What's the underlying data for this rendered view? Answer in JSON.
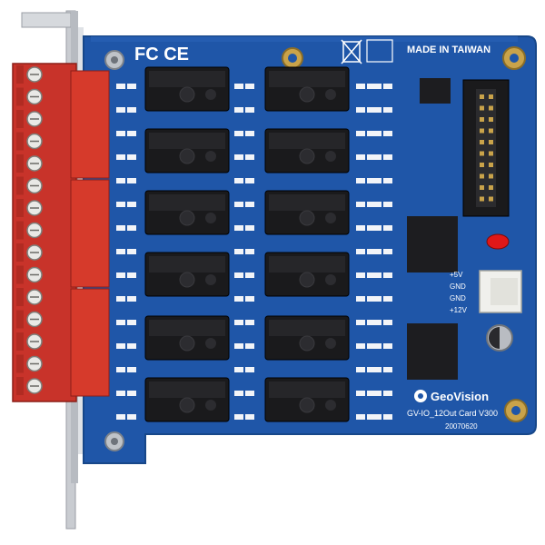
{
  "photo": {
    "subject": "I/O relay expansion card",
    "palette": {
      "pcb": "#1f56a8",
      "pcb_dark": "#174789",
      "bracket": "#c9ccd1",
      "terminal_red": "#d63a2b",
      "relay_black": "#1a1a1c",
      "silk_white": "#f2f4f8",
      "gold": "#c9a34a",
      "led_red": "#e01818"
    }
  },
  "silkscreen": {
    "fcc_ce": "FC CE",
    "made_in": "MADE IN TAIWAN",
    "brand": "GeoVision",
    "model": "GV-IO_12Out Card V300",
    "date_code": "20070620",
    "power_labels": [
      "+5V",
      "GND",
      "GND",
      "+12V"
    ]
  },
  "counts": {
    "relays": 12,
    "terminal_positions": 15,
    "header_pins_per_row": 10
  }
}
